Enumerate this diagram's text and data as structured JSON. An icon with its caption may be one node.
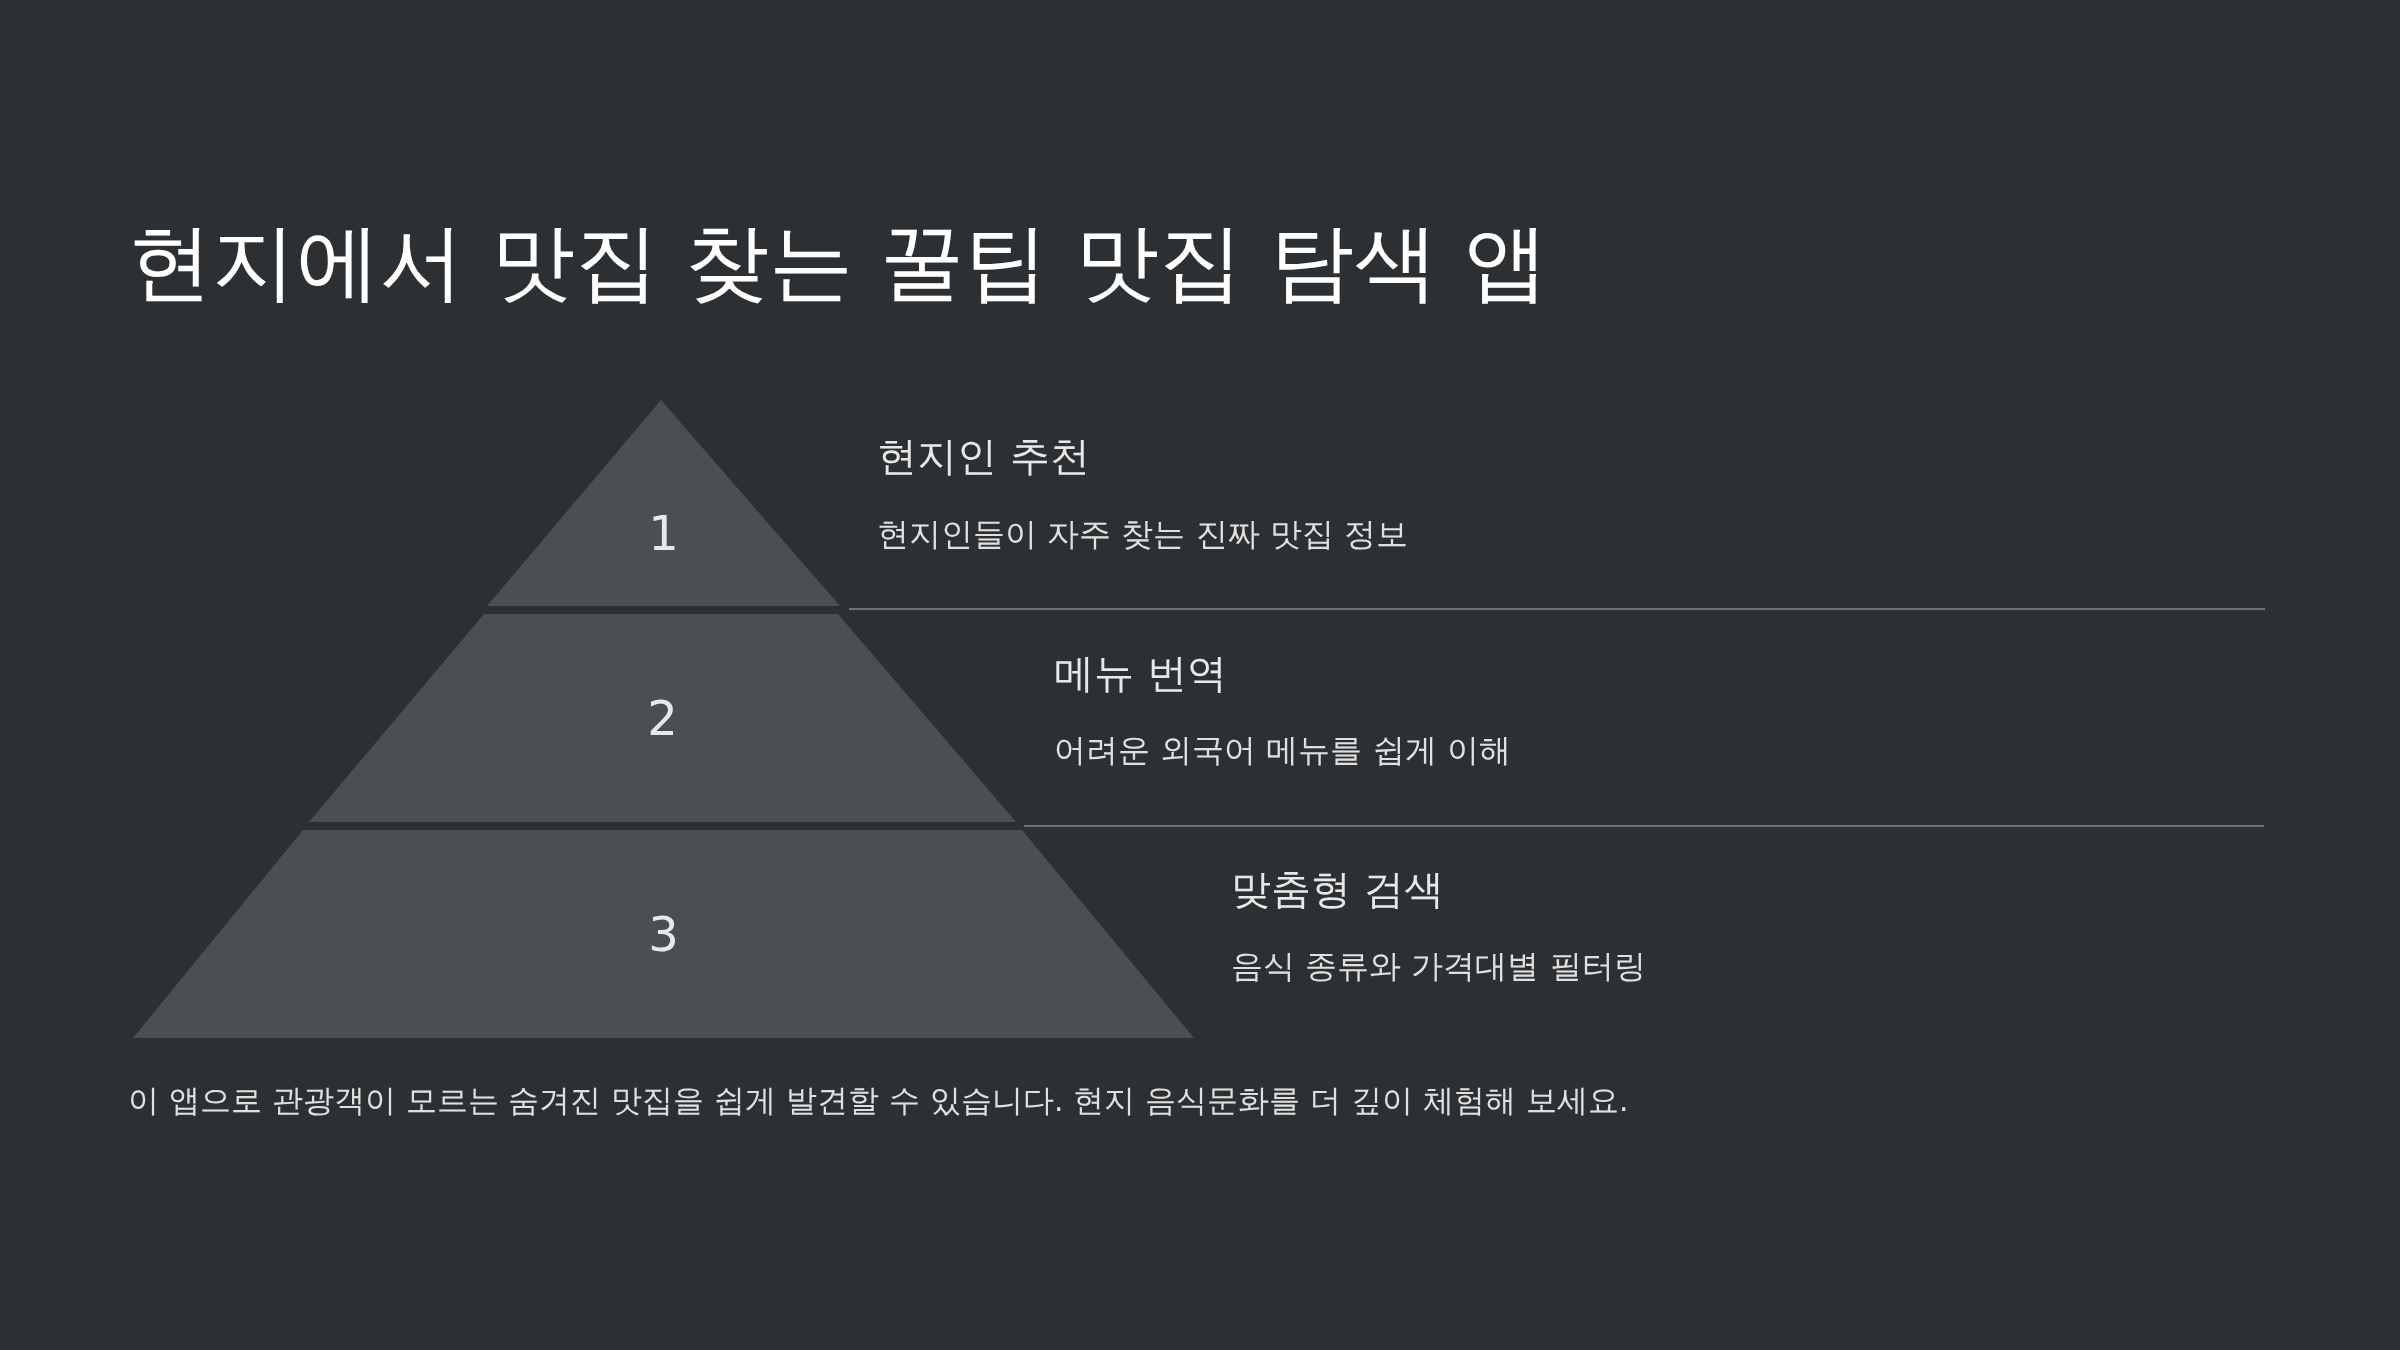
{
  "diagram": {
    "title": "현지에서 맛집 찾는 꿀팁 맛집 탐색 앱",
    "caption": "이 앱으로 관광객이 모르는 숨겨진 맛집을 쉽게 발견할 수 있습니다. 현지 음식문화를 더 깊이 체험해 보세요.",
    "nodes": [
      {
        "text": [
          "1"
        ],
        "beside": [
          "현지인 추천",
          "현지인들이 자주 찾는 진짜 맛집 정보"
        ]
      },
      {
        "text": [
          "2"
        ],
        "beside": [
          "메뉴 번역",
          "어려운 외국어 메뉴를 쉽게 이해"
        ]
      },
      {
        "text": [
          "3"
        ],
        "beside": [
          "맞춤형 검색",
          "음식 종류와 가격대별 필터링"
        ]
      }
    ]
  }
}
